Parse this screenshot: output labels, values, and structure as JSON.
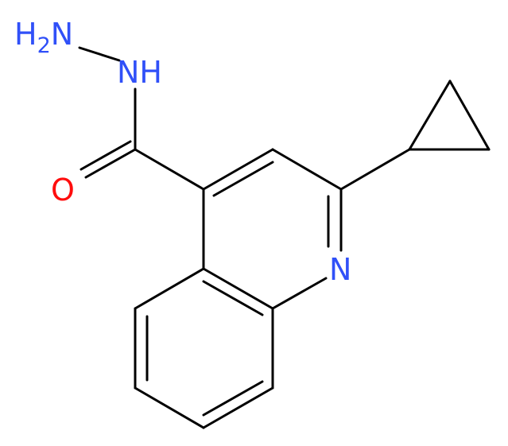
{
  "molecule": {
    "atoms": {
      "hydrazine_nh2": {
        "main": "H",
        "sub": "2",
        "tail": "N"
      },
      "hydrazide_nh": {
        "text": "NH"
      },
      "carbonyl_o": {
        "text": "O"
      },
      "ring_n": {
        "text": "N"
      }
    },
    "colors": {
      "nitrogen": "#3050F8",
      "oxygen": "#FF0D0D",
      "bond": "#000000"
    }
  }
}
